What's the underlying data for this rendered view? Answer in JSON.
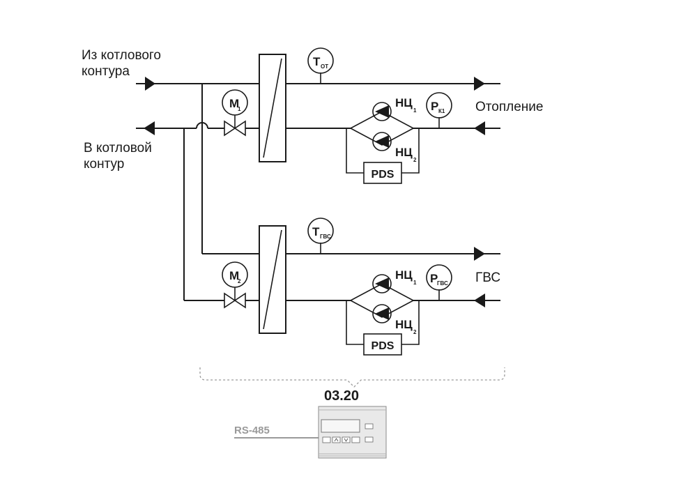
{
  "labels": {
    "from_boiler_1": "Из котлового",
    "from_boiler_2": "контура",
    "to_boiler_1": "В котловой",
    "to_boiler_2": "контур",
    "heating": "Отопление",
    "dhw": "ГВС"
  },
  "sensors": {
    "t_ot": {
      "main": "T",
      "sub": "ОТ"
    },
    "t_gvs": {
      "main": "T",
      "sub": "ГВС"
    },
    "p_k1": {
      "main": "P",
      "sub": "К1"
    },
    "p_gvs": {
      "main": "P",
      "sub": "ГВС"
    },
    "m1": {
      "main": "M",
      "sub": "1"
    },
    "m2": {
      "main": "M",
      "sub": "2"
    }
  },
  "pumps": {
    "top_1": {
      "main": "НЦ",
      "sub": "1"
    },
    "top_2": {
      "main": "НЦ",
      "sub": "2"
    },
    "bottom_1": {
      "main": "НЦ",
      "sub": "1"
    },
    "bottom_2": {
      "main": "НЦ",
      "sub": "2"
    }
  },
  "pds": {
    "top": "PDS",
    "bottom": "PDS"
  },
  "controller": {
    "model": "03.20",
    "bus": "RS-485"
  },
  "colors": {
    "line": "#1a1a1a",
    "bus": "#9a9a9a",
    "device": "#e9e9e9"
  }
}
